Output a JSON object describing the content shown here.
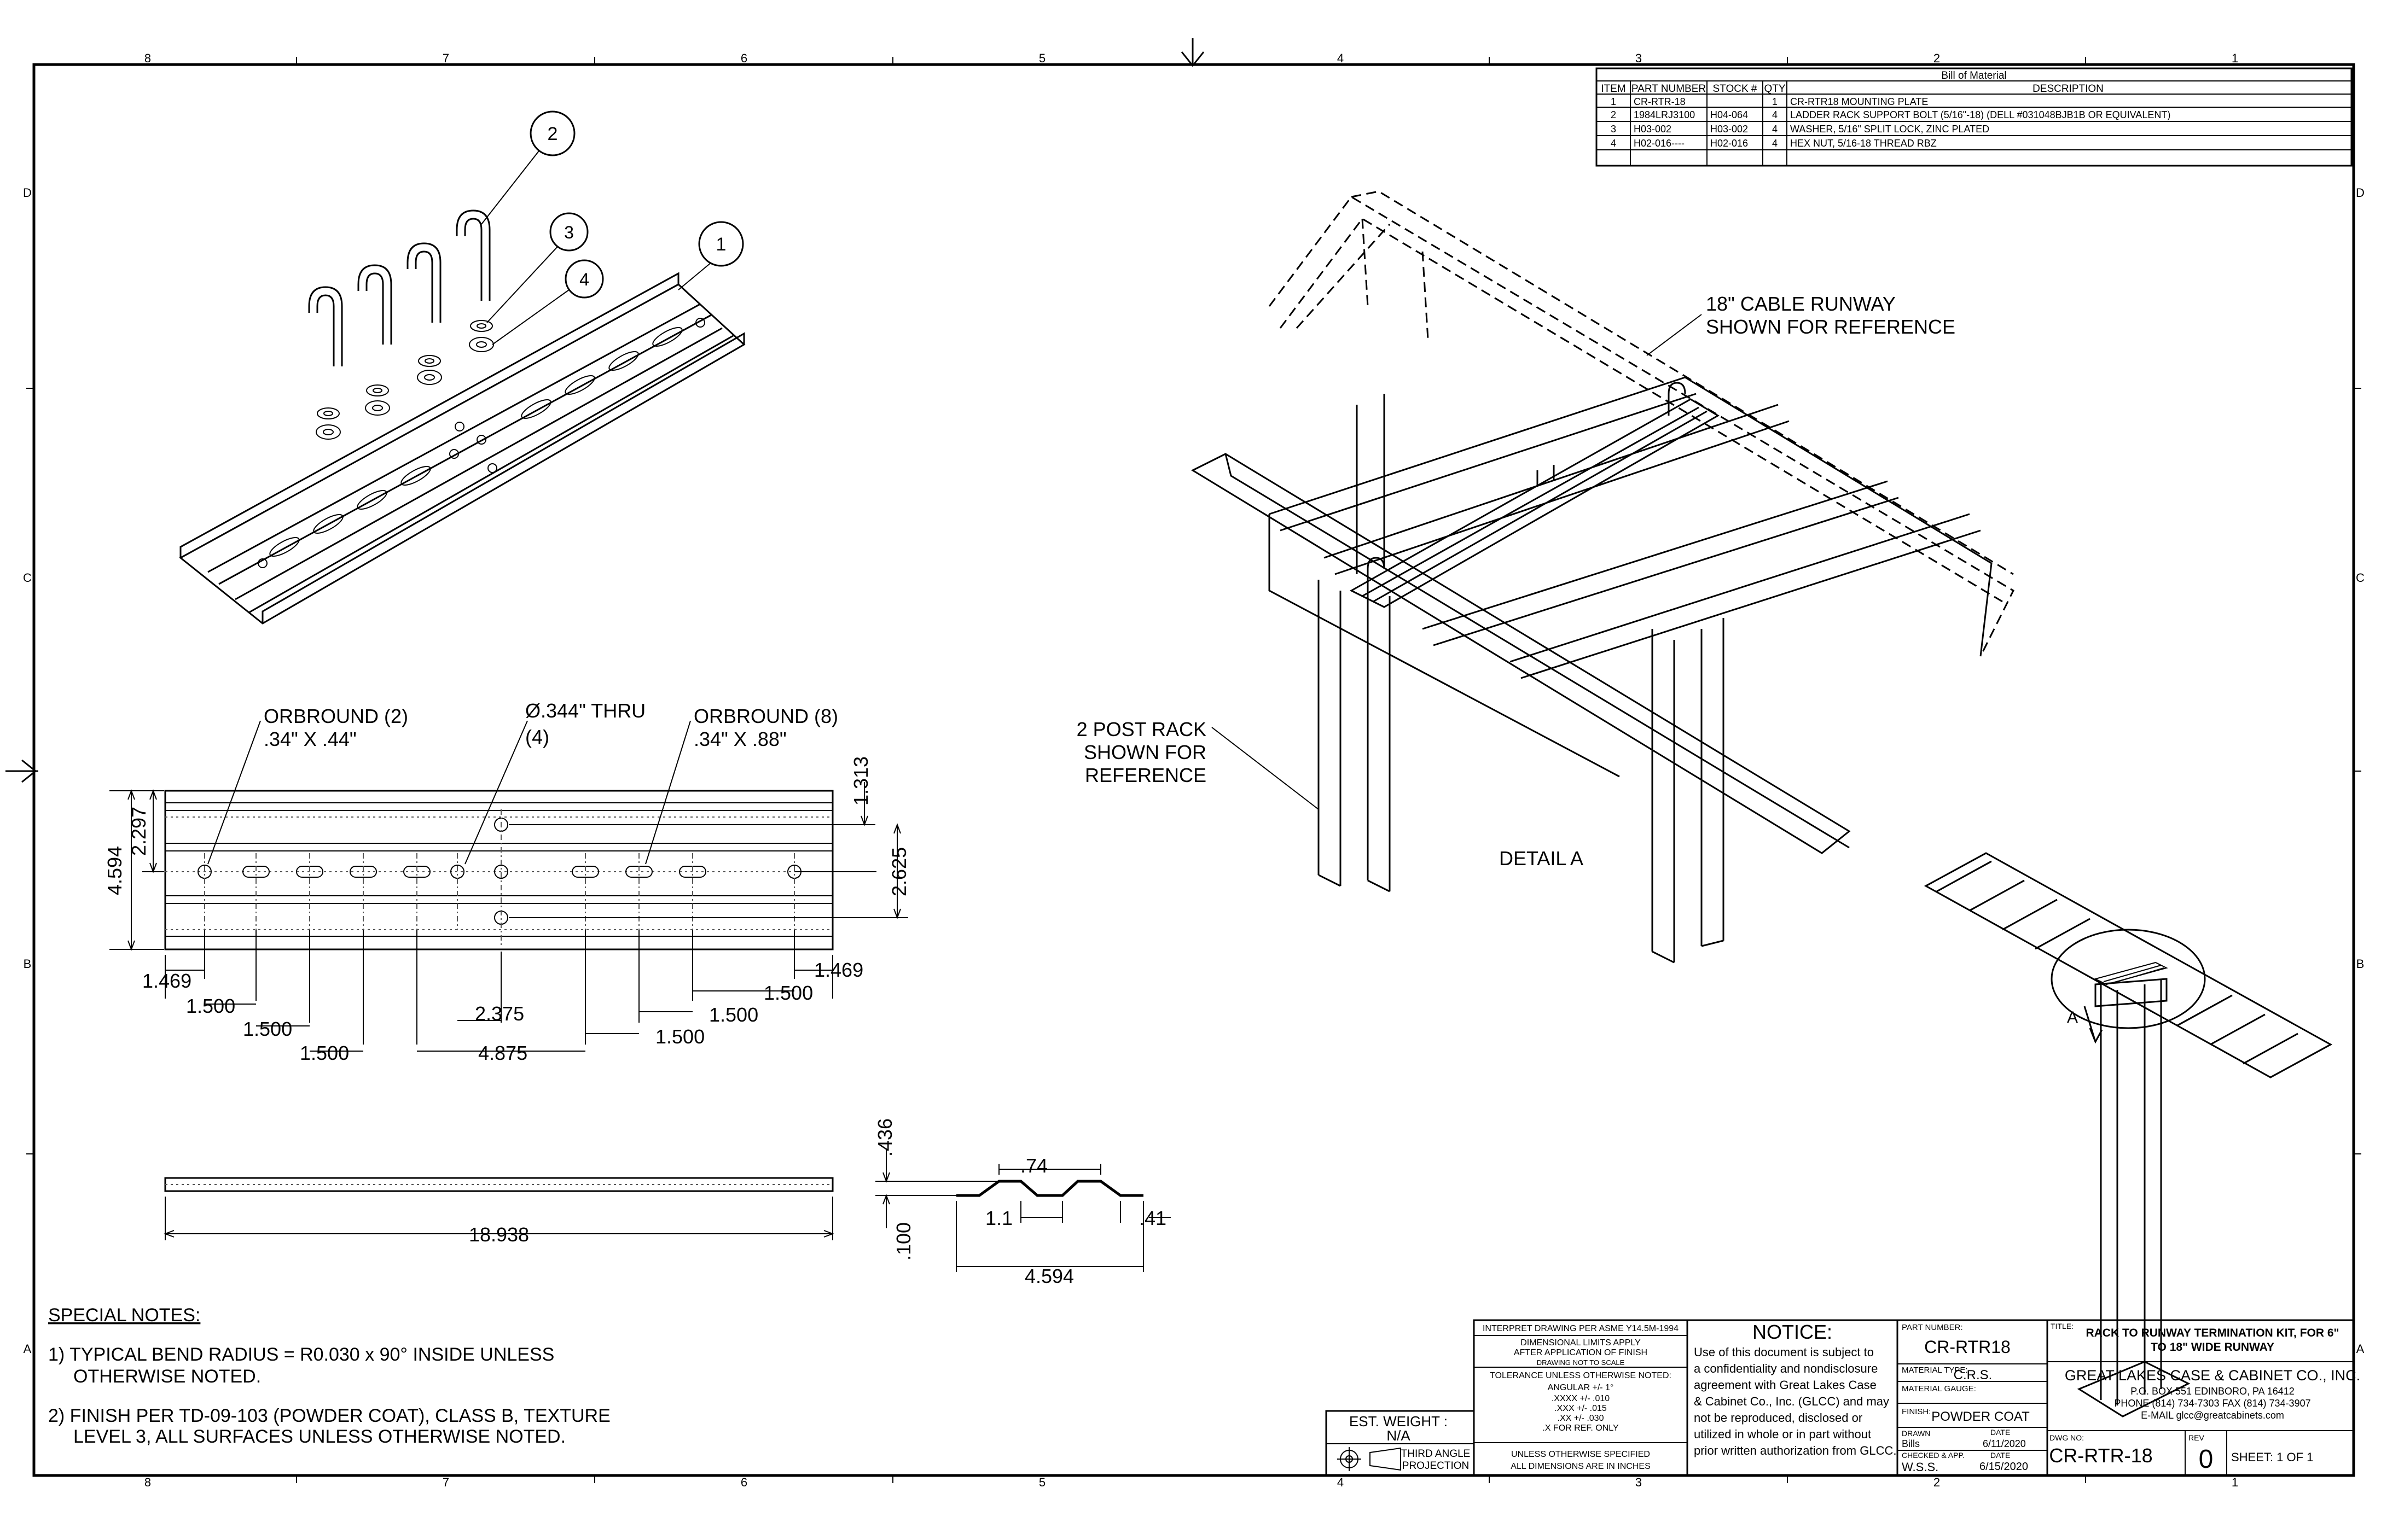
{
  "zone_columns": [
    "8",
    "7",
    "6",
    "5",
    "4",
    "3",
    "2",
    "1"
  ],
  "zone_rows": [
    "D",
    "C",
    "B",
    "A"
  ],
  "bom": {
    "title": "Bill of Material",
    "headers": [
      "ITEM",
      "PART NUMBER",
      "STOCK #",
      "QTY",
      "DESCRIPTION"
    ],
    "rows": [
      [
        "1",
        "CR-RTR-18",
        "",
        "1",
        "CR-RTR18 MOUNTING PLATE"
      ],
      [
        "2",
        "1984LRJ3100",
        "H04-064",
        "4",
        "LADDER RACK SUPPORT BOLT (5/16\"-18) (DELL #031048BJB1B OR EQUIVALENT)"
      ],
      [
        "3",
        "H03-002",
        "H03-002",
        "4",
        "WASHER, 5/16\" SPLIT LOCK, ZINC PLATED"
      ],
      [
        "4",
        "H02-016----",
        "H02-016",
        "4",
        "HEX NUT, 5/16-18 THREAD RBZ"
      ]
    ]
  },
  "balloons": [
    "1",
    "2",
    "3",
    "4"
  ],
  "callouts": {
    "runway_line1": "18\" CABLE RUNWAY",
    "runway_line2": "SHOWN FOR REFERENCE",
    "rack_line1": "2 POST RACK",
    "rack_line2": "SHOWN FOR",
    "rack_line3": "REFERENCE",
    "detail_a": "DETAIL  A",
    "view_a": "A",
    "orbround2_line1": "ORBROUND (2)",
    "orbround2_line2": ".34\" X .44\"",
    "thru_line1": "Ø.344\" THRU",
    "thru_line2": "(4)",
    "orbround8_line1": "ORBROUND (8)",
    "orbround8_line2": ".34\" X .88\""
  },
  "dimensions": {
    "d4594_left": "4.594",
    "d2297": "2.297",
    "d1313": "1.313",
    "d2625": "2.625",
    "d1469_a": "1.469",
    "d1500_a": "1.500",
    "d1500_b": "1.500",
    "d1500_c": "1.500",
    "d2375": "2.375",
    "d4875": "4.875",
    "d1500_d": "1.500",
    "d1500_e": "1.500",
    "d1500_f": "1.500",
    "d1469_b": "1.469",
    "d18938": "18.938",
    "d436": ".436",
    "d74": ".74",
    "d11": "1.1",
    "d100": ".100",
    "d41": ".41",
    "d4594_bottom": "4.594"
  },
  "notes": {
    "heading": "SPECIAL NOTES:",
    "n1_line1": "1)  TYPICAL BEND RADIUS = R0.030 x 90° INSIDE UNLESS",
    "n1_line2": "OTHERWISE NOTED.",
    "n2_line1": "2)  FINISH PER TD-09-103 (POWDER COAT), CLASS B, TEXTURE",
    "n2_line2": "LEVEL 3, ALL SURFACES UNLESS OTHERWISE NOTED."
  },
  "title_block": {
    "est_weight_label": "EST. WEIGHT :",
    "est_weight_value": "N/A",
    "projection_line1": "THIRD ANGLE",
    "projection_line2": "PROJECTION",
    "interp_line1": "INTERPRET DRAWING PER ASME Y14.5M-1994",
    "interp_line2": "DIMENSIONAL LIMITS APPLY",
    "interp_line3": "AFTER APPLICATION OF FINISH",
    "not_to_scale": "DRAWING NOT TO SCALE",
    "tol_heading": "TOLERANCE UNLESS OTHERWISE NOTED:",
    "tol_angular": "ANGULAR +/- 1°",
    "tol_4": ".XXXX +/- .010",
    "tol_3": ".XXX +/- .015",
    "tol_2": ".XX +/- .030",
    "tol_1": ".X FOR REF. ONLY",
    "units_line1": "UNLESS OTHERWISE SPECIFIED",
    "units_line2": "ALL DIMENSIONS ARE IN INCHES",
    "notice_heading": "NOTICE:",
    "notice_lines": [
      "Use of this document is subject to",
      "a confidentiality and nondisclosure",
      "agreement with Great Lakes Case",
      "& Cabinet Co., Inc. (GLCC) and may",
      "not be reproduced, disclosed or",
      "utilized in whole or in part without",
      "prior written authorization from GLCC."
    ],
    "part_number_label": "PART NUMBER:",
    "part_number": "CR-RTR18",
    "material_type_label": "MATERIAL TYPE:",
    "material_type": "C.R.S.",
    "material_gauge_label": "MATERIAL GAUGE:",
    "finish_label": "FINISH:",
    "finish": "POWDER COAT",
    "drawn_label": "DRAWN",
    "drawn_by": "Bills",
    "date_label": "DATE",
    "drawn_date": "6/11/2020",
    "checked_label": "CHECKED & APP.",
    "checked_by": "W.S.S.",
    "checked_date": "6/15/2020",
    "title_label": "TITLE:",
    "title_line1": "RACK TO RUNWAY TERMINATION KIT, FOR 6\"",
    "title_line2": "TO 18\" WIDE RUNWAY",
    "company": "GREAT LAKES CASE & CABINET CO., INC.",
    "address": "P.O. BOX 551 EDINBORO, PA 16412",
    "phone": "PHONE (814) 734-7303 FAX (814) 734-3907",
    "email": "E-MAIL glcc@greatcabinets.com",
    "dwg_no_label": "DWG NO:",
    "dwg_no": "CR-RTR-18",
    "rev_label": "REV",
    "rev": "0",
    "sheet": "SHEET: 1  OF  1"
  }
}
